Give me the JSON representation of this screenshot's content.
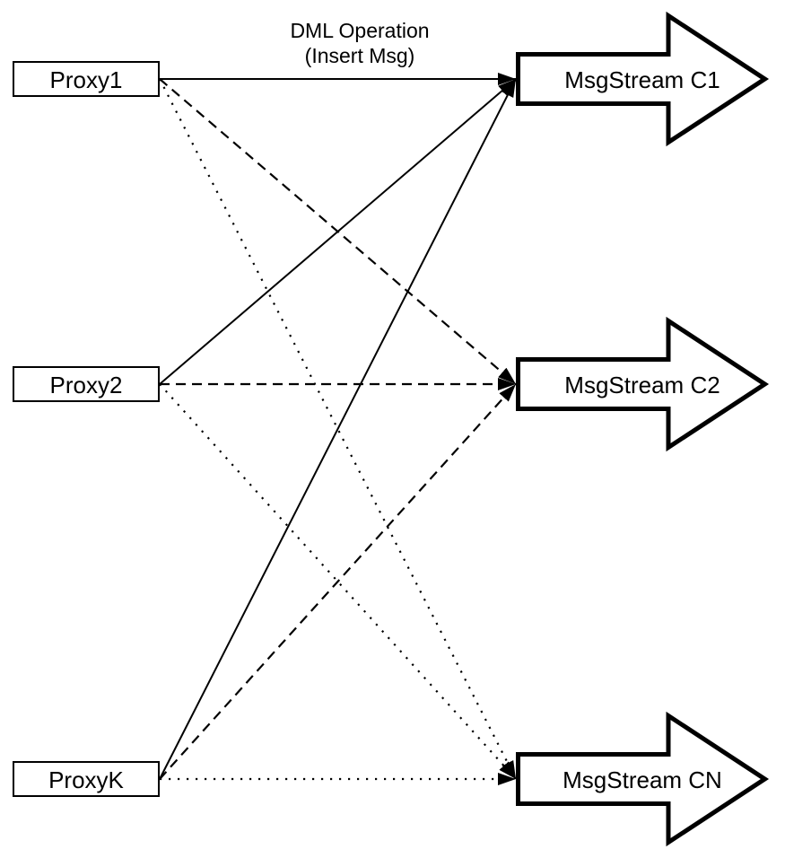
{
  "diagram": {
    "label": {
      "line1": "DML Operation",
      "line2": "(Insert Msg)"
    },
    "nodes": {
      "proxies": [
        {
          "id": "proxy1",
          "label": "Proxy1"
        },
        {
          "id": "proxy2",
          "label": "Proxy2"
        },
        {
          "id": "proxyk",
          "label": "ProxyK"
        }
      ],
      "streams": [
        {
          "id": "c1",
          "label": "MsgStream C1"
        },
        {
          "id": "c2",
          "label": "MsgStream C2"
        },
        {
          "id": "cn",
          "label": "MsgStream CN"
        }
      ]
    },
    "edges": [
      {
        "from": "proxy1",
        "to": "c1",
        "style": "solid"
      },
      {
        "from": "proxy2",
        "to": "c1",
        "style": "solid"
      },
      {
        "from": "proxyk",
        "to": "c1",
        "style": "solid"
      },
      {
        "from": "proxy1",
        "to": "c2",
        "style": "dashed"
      },
      {
        "from": "proxy2",
        "to": "c2",
        "style": "dashed"
      },
      {
        "from": "proxyk",
        "to": "c2",
        "style": "dashed"
      },
      {
        "from": "proxy1",
        "to": "cn",
        "style": "dotted"
      },
      {
        "from": "proxy2",
        "to": "cn",
        "style": "dotted"
      },
      {
        "from": "proxyk",
        "to": "cn",
        "style": "dotted"
      }
    ],
    "colors": {
      "stroke": "#000000",
      "fill": "#ffffff",
      "background": "#ffffff"
    }
  }
}
